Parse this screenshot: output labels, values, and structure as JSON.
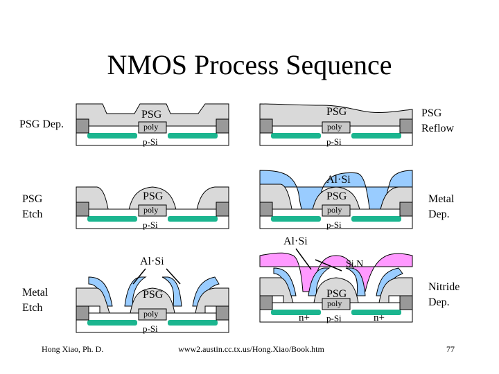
{
  "slide": {
    "title": "NMOS Process Sequence",
    "steps": [
      {
        "id": "psg-dep",
        "label": "PSG Dep."
      },
      {
        "id": "psg-reflow",
        "label": "PSG Reflow"
      },
      {
        "id": "psg-etch",
        "label": "PSG Etch"
      },
      {
        "id": "metal-dep",
        "label": "Metal Dep."
      },
      {
        "id": "metal-etch",
        "label": "Metal Etch"
      },
      {
        "id": "nitride-dep",
        "label": "Nitride Dep."
      }
    ],
    "layer_labels": {
      "psg": "PSG",
      "poly": "poly",
      "substrate": "p-Si",
      "metal": "Al·Si",
      "nitride": "Si.N",
      "n_plus": "n+"
    },
    "colors": {
      "substrate": "#ffffff",
      "field_oxide": "#999999",
      "psg": "#d9d9d9",
      "gate": "#c8c8c8",
      "n_plus": "#1bb58f",
      "metal": "#99ccff",
      "nitride": "#ff99ff",
      "outline": "#000000"
    },
    "footer": {
      "author": "Hong Xiao, Ph. D.",
      "url": "www2.austin.cc.tx.us/Hong.Xiao/Book.htm",
      "page": "77"
    }
  }
}
